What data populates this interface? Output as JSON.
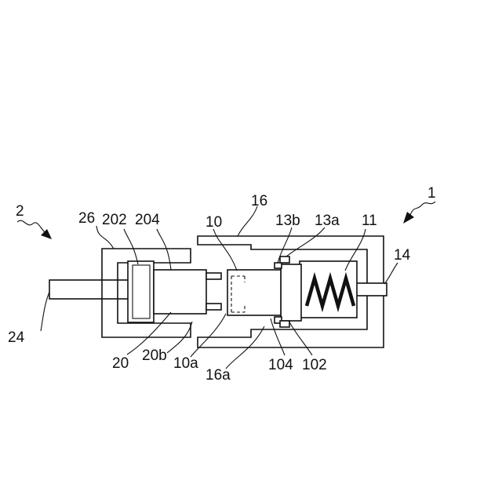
{
  "labels": {
    "assembly_1": "1",
    "assembly_2": "2",
    "l10": "10",
    "l10a": "10a",
    "l11": "11",
    "l13a": "13a",
    "l13b": "13b",
    "l14": "14",
    "l16": "16",
    "l16a": "16a",
    "l20": "20",
    "l20b": "20b",
    "l24": "24",
    "l26": "26",
    "l102": "102",
    "l104": "104",
    "l202": "202",
    "l204": "204"
  }
}
